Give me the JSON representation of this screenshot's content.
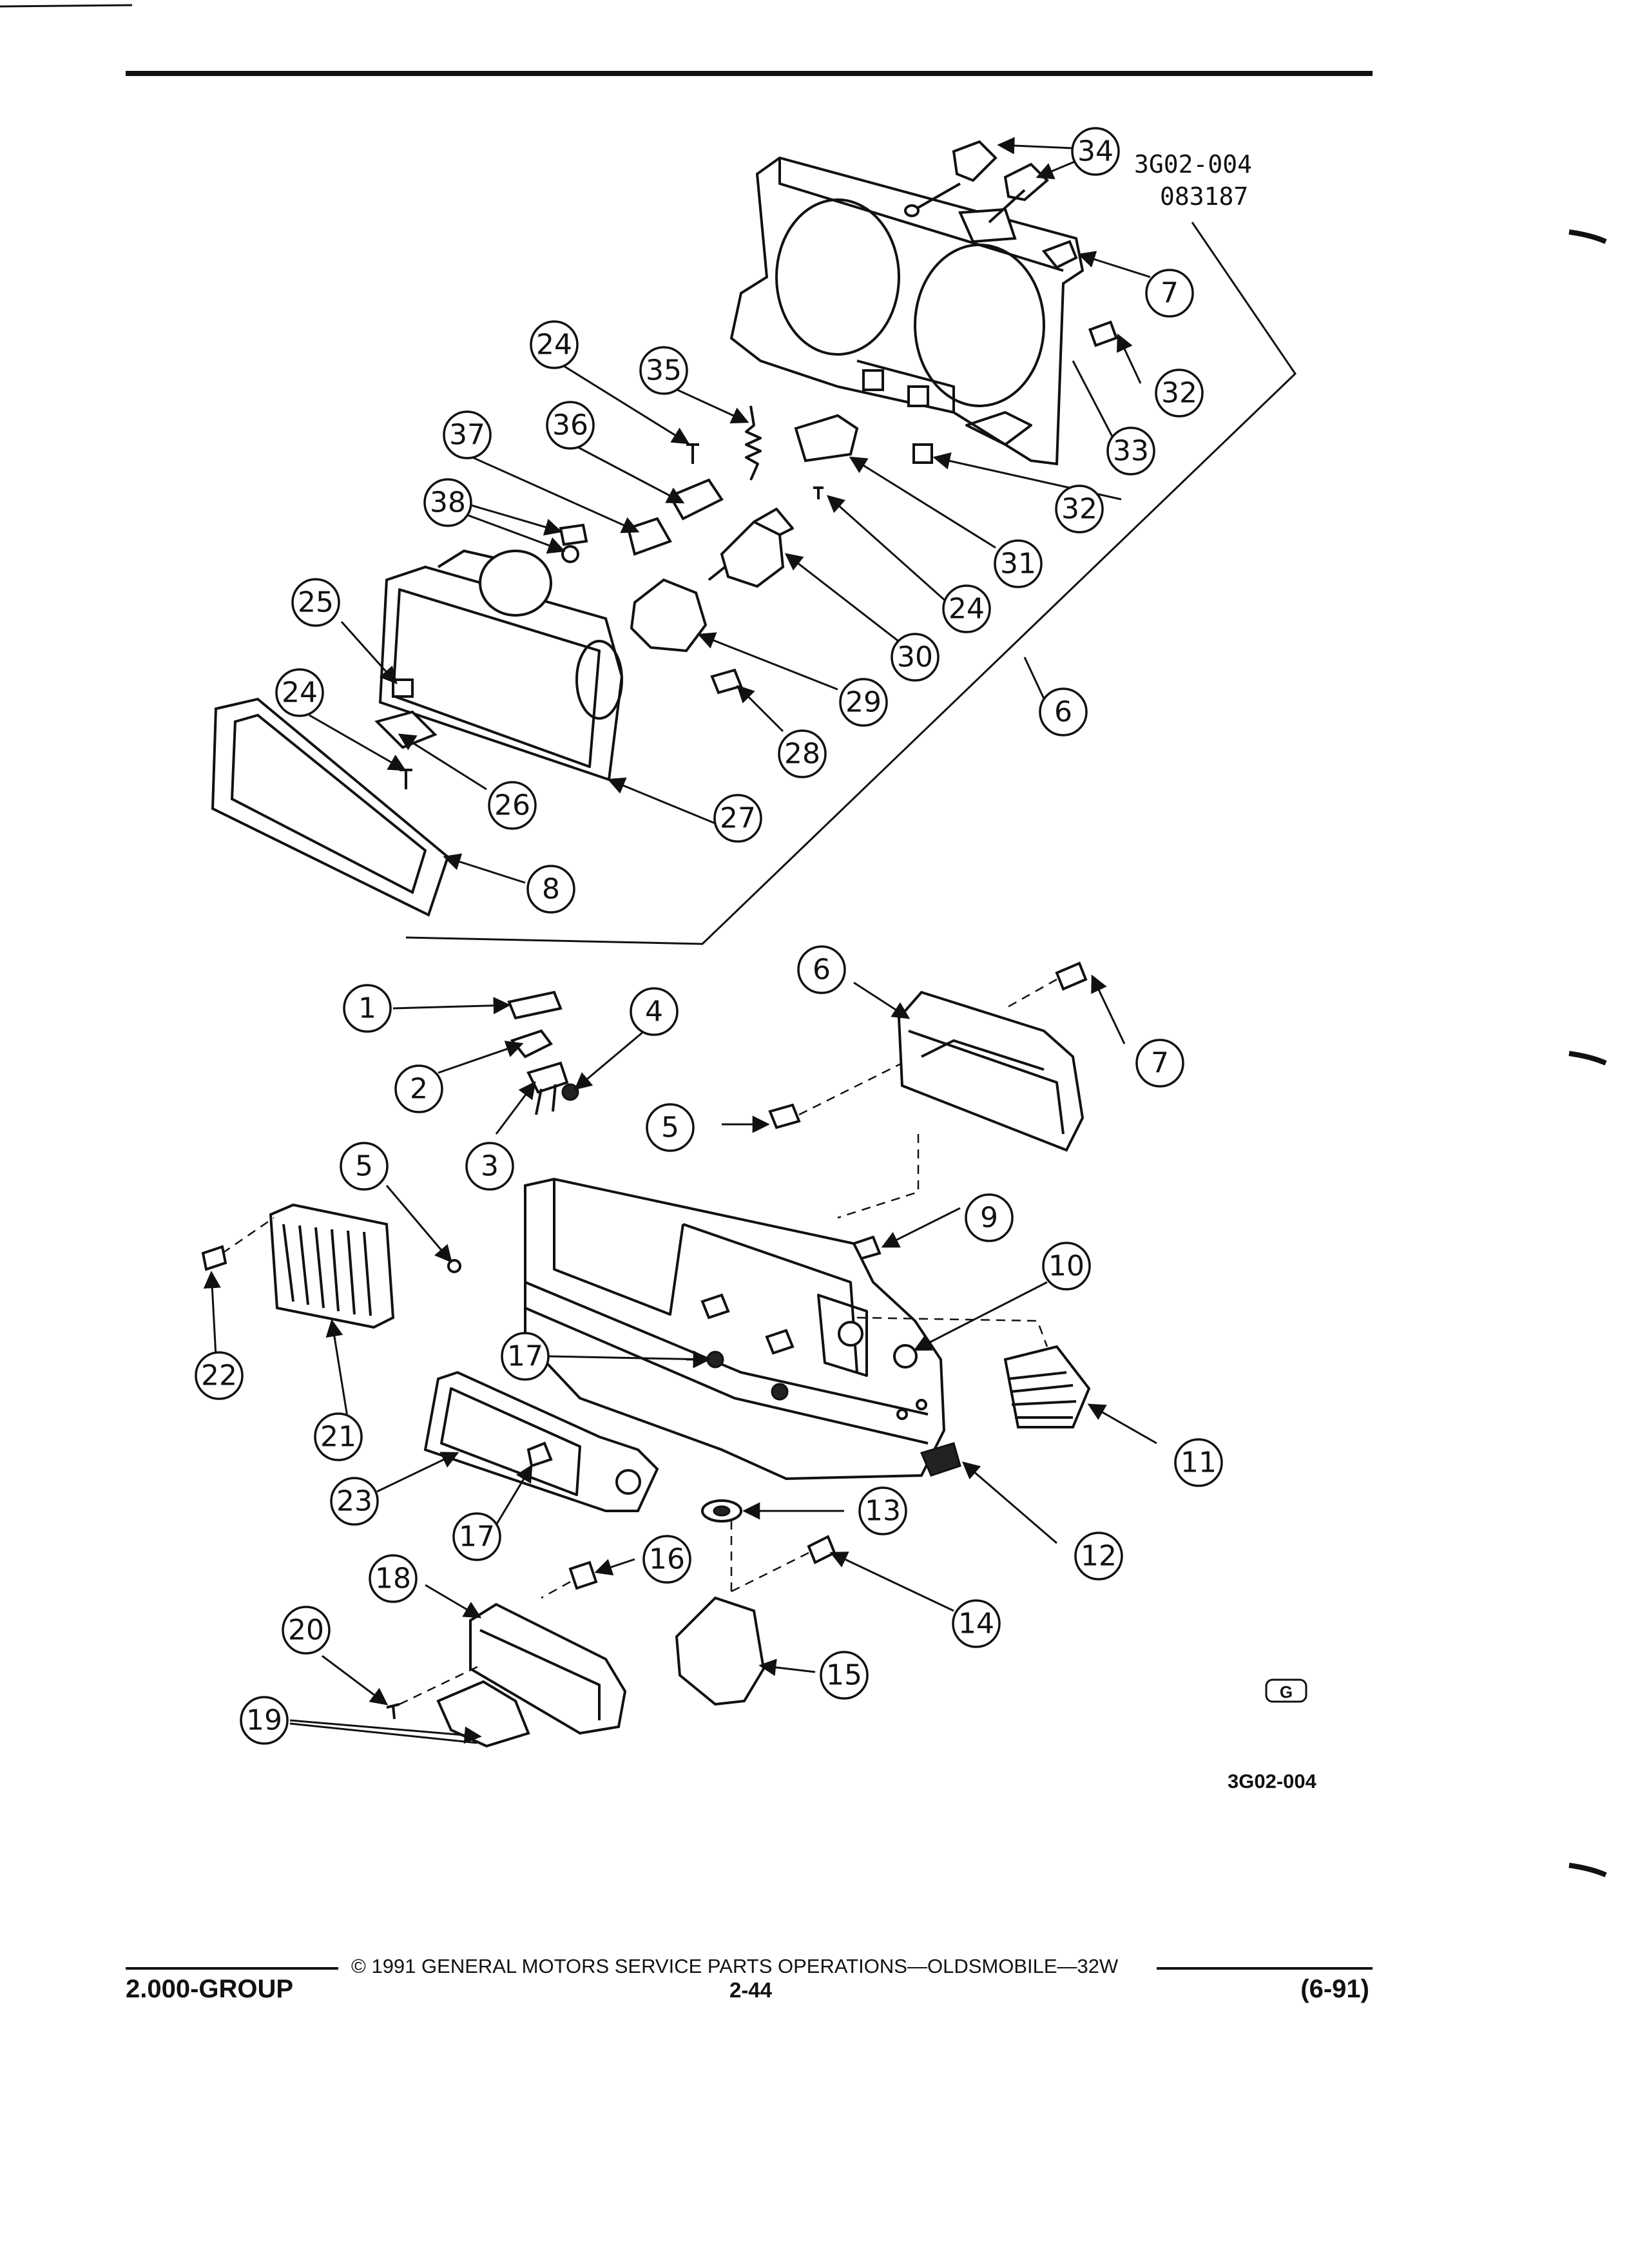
{
  "figure_code": "3G02-004",
  "figure_date": "083187",
  "figure_code_bottom": "3G02-004",
  "gm_mark": "G",
  "callouts": [
    "1",
    "2",
    "3",
    "4",
    "5",
    "6",
    "7",
    "8",
    "9",
    "10",
    "11",
    "12",
    "13",
    "14",
    "15",
    "16",
    "17",
    "18",
    "19",
    "20",
    "21",
    "22",
    "23",
    "24",
    "25",
    "26",
    "27",
    "28",
    "29",
    "30",
    "31",
    "32",
    "33",
    "34",
    "35",
    "36",
    "37",
    "38"
  ],
  "footer": {
    "group": "2.000-GROUP",
    "copyright": "© 1991 GENERAL MOTORS SERVICE PARTS OPERATIONS—OLDSMOBILE—32W",
    "page": "2-44",
    "date": "(6-91)"
  }
}
